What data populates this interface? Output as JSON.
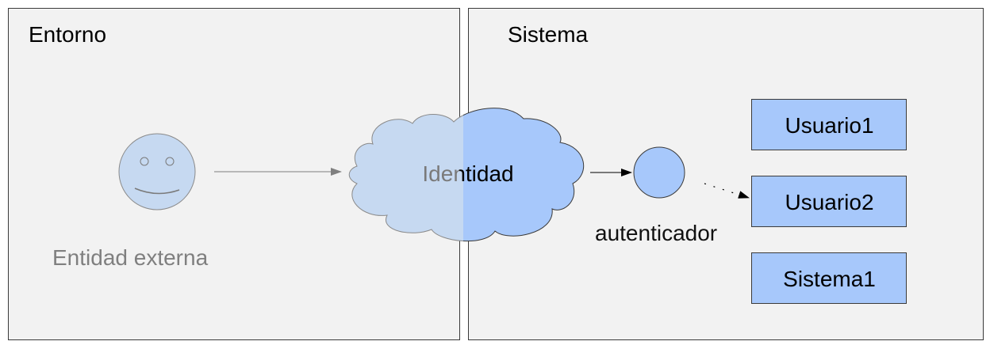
{
  "diagram": {
    "environment_title": "Entorno",
    "system_title": "Sistema",
    "external_entity_label": "Entidad externa",
    "identity_label": "Identidad",
    "authenticator_label": "autenticador",
    "accounts": [
      "Usuario1",
      "Usuario2",
      "Sistema1"
    ]
  },
  "colors": {
    "panel_fill": "#f2f2f2",
    "panel_border": "#3a3a3a",
    "node_blue": "#a7c8fb",
    "node_blue_faded": "#c6d9f1",
    "faded_text": "#7f7f7f",
    "arrow": "#000000"
  }
}
